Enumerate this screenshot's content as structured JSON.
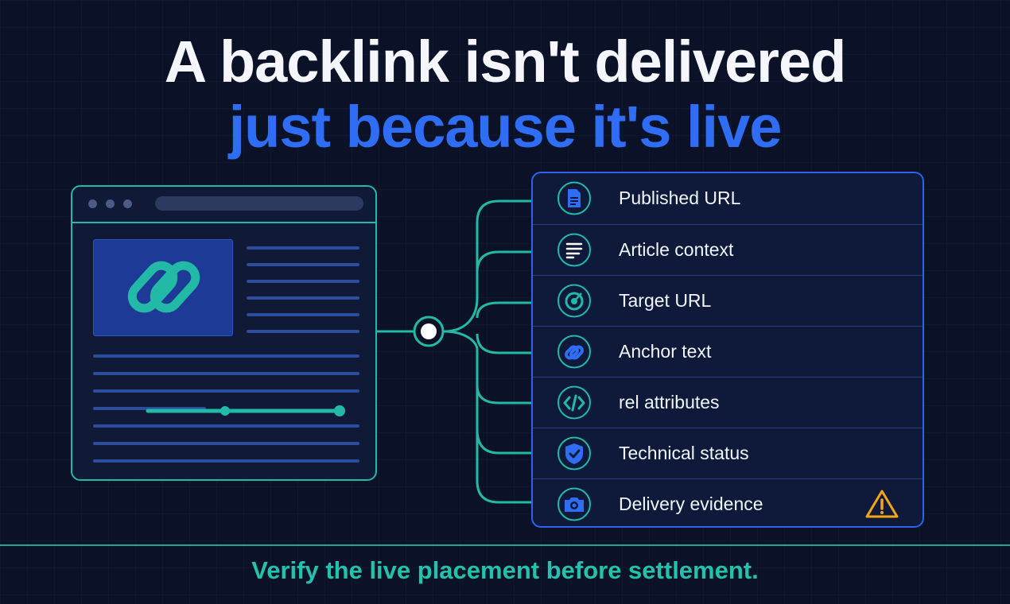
{
  "title": {
    "line1": "A backlink isn't delivered",
    "line2": "just because it's live"
  },
  "checklist": [
    {
      "label": "Published URL",
      "icon": "document-icon"
    },
    {
      "label": "Article context",
      "icon": "text-lines-icon"
    },
    {
      "label": "Target URL",
      "icon": "target-icon"
    },
    {
      "label": "Anchor text",
      "icon": "link-icon"
    },
    {
      "label": "rel attributes",
      "icon": "code-icon"
    },
    {
      "label": "Technical status",
      "icon": "shield-check-icon"
    },
    {
      "label": "Delivery evidence",
      "icon": "camera-icon",
      "flag": "warning-icon"
    }
  ],
  "footer": "Verify the live placement before settlement.",
  "colors": {
    "background": "#0b1227",
    "accent_blue": "#2e6df4",
    "accent_teal": "#22b9a6",
    "warning": "#f2a516"
  }
}
